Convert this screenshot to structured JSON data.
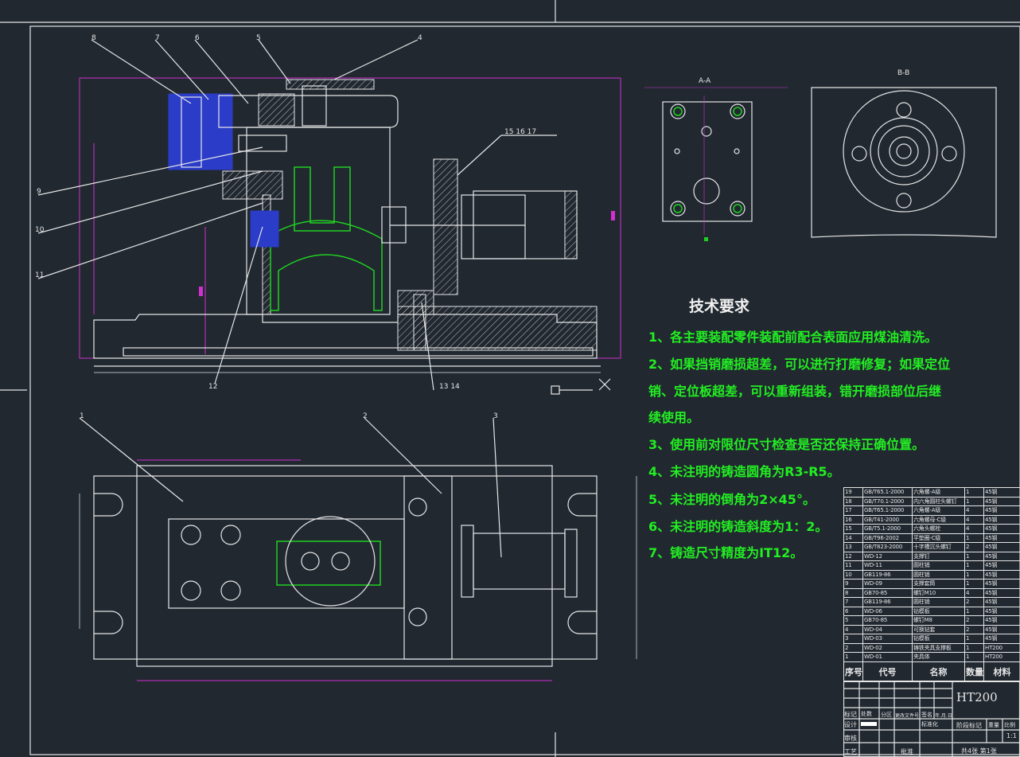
{
  "drawing": {
    "section_labels": {
      "view_a": "A-A",
      "view_b": "B-B"
    },
    "balloons_top": [
      "8",
      "7",
      "6",
      "5",
      "4",
      "9",
      "10",
      "11",
      "12",
      "13 14",
      "15 16 17"
    ],
    "balloons_bottom": [
      "1",
      "2",
      "3"
    ]
  },
  "tech_requirements": {
    "title": "技术要求",
    "items": [
      "1、各主要装配零件装配前配合表面应用煤油清洗。",
      "2、如果挡销磨损超差，可以进行打磨修复；如果定位",
      "销、定位板超差，可以重新组装，错开磨损部位后继",
      "续使用。",
      "3、使用前对限位尺寸检查是否还保持正确位置。",
      "4、未注明的铸造圆角为R3-R5。",
      "5、未注明的倒角为2×45°。",
      "6、未注明的铸造斜度为1：2。",
      "7、铸造尺寸精度为IT12。"
    ]
  },
  "bom": {
    "rows": [
      [
        "19",
        "GB/T65.1-2000",
        "六角螺-A级",
        "1",
        "45钢"
      ],
      [
        "18",
        "GB/T70.1-2000",
        "内六角圆柱头螺钉",
        "1",
        "45钢"
      ],
      [
        "17",
        "GB/T65.1-2000",
        "六角螺-A级",
        "4",
        "45钢"
      ],
      [
        "16",
        "GB/T41-2000",
        "六角螺母-C级",
        "4",
        "45钢"
      ],
      [
        "15",
        "GB/T5.1-2000",
        "六角头螺栓",
        "4",
        "45钢"
      ],
      [
        "14",
        "GB/T96-2002",
        "平垫圈-C级",
        "1",
        "45钢"
      ],
      [
        "13",
        "GB/T823-2000",
        "十字槽沉头螺钉",
        "2",
        "45钢"
      ],
      [
        "12",
        "WD-12",
        "支撑钉",
        "1",
        "45钢"
      ],
      [
        "11",
        "WD-11",
        "圆柱销",
        "1",
        "45钢"
      ],
      [
        "10",
        "GB119-86",
        "圆柱销",
        "1",
        "45钢"
      ],
      [
        "9",
        "WD-09",
        "支撑套筒",
        "1",
        "45钢"
      ],
      [
        "8",
        "GB70-85",
        "螺钉M10",
        "4",
        "45钢"
      ],
      [
        "7",
        "GB119-86",
        "圆柱销",
        "2",
        "45钢"
      ],
      [
        "6",
        "WD-06",
        "钻模板",
        "1",
        "45钢"
      ],
      [
        "5",
        "GB70-85",
        "螺钉M8",
        "2",
        "45钢"
      ],
      [
        "4",
        "WD-04",
        "可换钻套",
        "2",
        "45钢"
      ],
      [
        "3",
        "WD-03",
        "钻模板",
        "1",
        "45钢"
      ],
      [
        "2",
        "WD-02",
        "铸铁夹具支撑板",
        "1",
        "HT200"
      ],
      [
        "1",
        "WD-01",
        "夹具体",
        "1",
        "HT200"
      ]
    ],
    "header": [
      "序号",
      "代号",
      "名称",
      "数量",
      "材料"
    ]
  },
  "title_block": {
    "material": "HT200",
    "mark": "标记",
    "count": "处数",
    "zone": "分区",
    "change_doc": "更改文件号",
    "sign": "签名",
    "date": "年.月.日",
    "design": "设计",
    "standard": "标准化",
    "review": "审核",
    "process": "工艺",
    "approve": "批准",
    "stage": "阶段标记",
    "weight": "重量",
    "scale_label": "比例",
    "scale": "1:1",
    "sheets": "共4张 第1张"
  }
}
